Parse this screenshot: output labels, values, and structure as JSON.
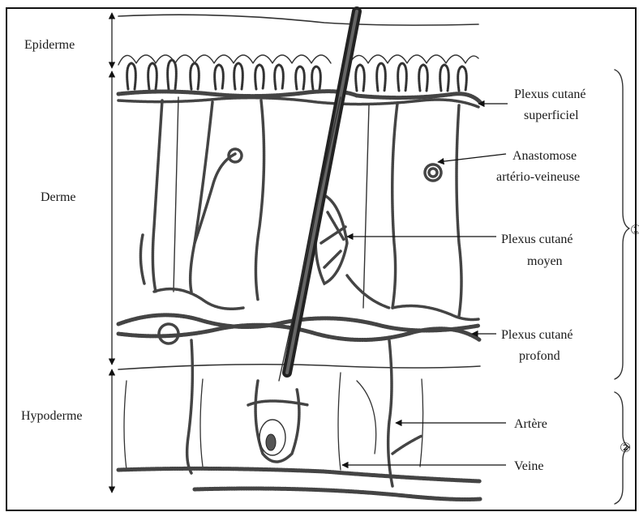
{
  "layers": {
    "epiderme": "Epiderme",
    "derme": "Derme",
    "hypoderme": "Hypoderme"
  },
  "labels": {
    "plexus_superficiel": [
      "Plexus cutané",
      "superficiel"
    ],
    "anastomose": [
      "Anastomose",
      "artério-veineuse"
    ],
    "plexus_moyen": [
      "Plexus cutané",
      "moyen"
    ],
    "plexus_profond": [
      "Plexus cutané",
      "profond"
    ],
    "artere": "Artère",
    "veine": "Veine"
  },
  "groups": {
    "group1": "①",
    "group2": "②"
  }
}
